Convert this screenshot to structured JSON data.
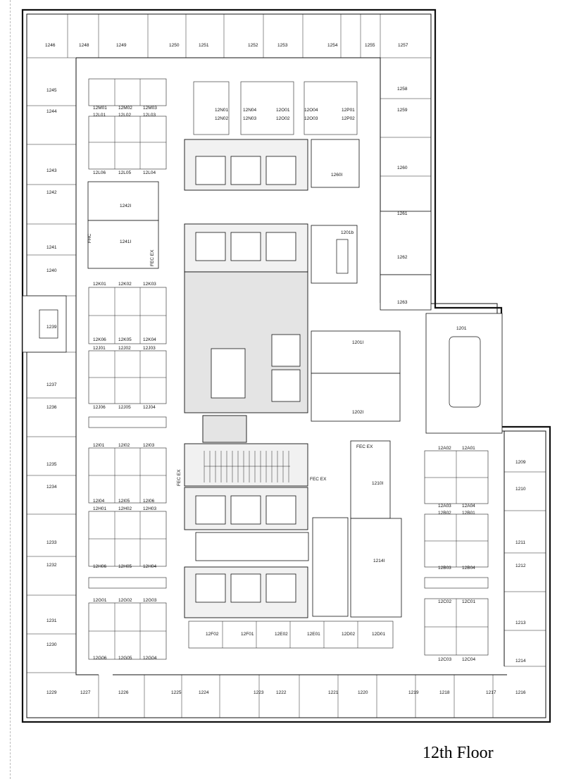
{
  "floor_title": "12th Floor",
  "rooms_top": [
    "1246",
    "1248",
    "1249",
    "1250",
    "1251",
    "1252",
    "1253",
    "1254",
    "1255",
    "1257"
  ],
  "rooms_left": [
    "1245",
    "1244",
    "1243",
    "1242",
    "1241",
    "1240",
    "1239",
    "1237",
    "1236",
    "1235",
    "1234",
    "1233",
    "1232",
    "1231",
    "1230",
    "1229"
  ],
  "rooms_right": [
    "1258",
    "1259",
    "1260",
    "1261",
    "1262",
    "1263",
    "1201",
    "1209",
    "1210",
    "1211",
    "1212",
    "1213",
    "1214"
  ],
  "rooms_bottom": [
    "1227",
    "1226",
    "1225",
    "1224",
    "1223",
    "1222",
    "1221",
    "1220",
    "1219",
    "1218",
    "1217",
    "1216"
  ],
  "rooms_interior": [
    "1242I",
    "1241I",
    "1201b",
    "1260I",
    "1201I",
    "1202I",
    "1210I",
    "1214I"
  ],
  "cubicle_codes": {
    "m_row": [
      "12M01",
      "12M02",
      "12M03"
    ],
    "l_row_top": [
      "12L01",
      "12L02",
      "12L03"
    ],
    "l_row_bottom": [
      "12L06",
      "12L05",
      "12L04"
    ],
    "n_row": [
      "12N01",
      "12N04",
      "12O01",
      "12O04",
      "12P01"
    ],
    "n_row_2": [
      "12N02",
      "12N03",
      "12O02",
      "12O03",
      "12P02"
    ],
    "k_row_top": [
      "12K01",
      "12K02",
      "12K03"
    ],
    "k_row_bottom": [
      "12K06",
      "12K05",
      "12K04"
    ],
    "j_row_top": [
      "12J01",
      "12J02",
      "12J03"
    ],
    "j_row_bottom": [
      "12J06",
      "12J05",
      "12J04"
    ],
    "i_row_top": [
      "12I01",
      "12I02",
      "12I03"
    ],
    "i_row_bottom": [
      "12I04",
      "12I05",
      "12I06"
    ],
    "h_row_top": [
      "12H01",
      "12H02",
      "12H03"
    ],
    "h_row_bottom": [
      "12H06",
      "12H05",
      "12H04"
    ],
    "g_row_top": [
      "12G01",
      "12G02",
      "12G03"
    ],
    "g_row_bottom": [
      "12G06",
      "12G05",
      "12G04"
    ],
    "f_e_d_row": [
      "12F02",
      "12F01",
      "12E02",
      "12E01",
      "12D02",
      "12D01"
    ],
    "a_row_top": [
      "12A02",
      "12A01"
    ],
    "a_row_bottom": [
      "12A03",
      "12A04"
    ],
    "b_row_top": [
      "12B02",
      "12B01"
    ],
    "b_row_bottom": [
      "12B03",
      "12B04"
    ],
    "c_row_top": [
      "12C02",
      "12C01"
    ],
    "c_row_bottom": [
      "12C03",
      "12C04"
    ]
  },
  "annotations": {
    "fhc": "FHC",
    "fec_ex": "FEC EX"
  }
}
